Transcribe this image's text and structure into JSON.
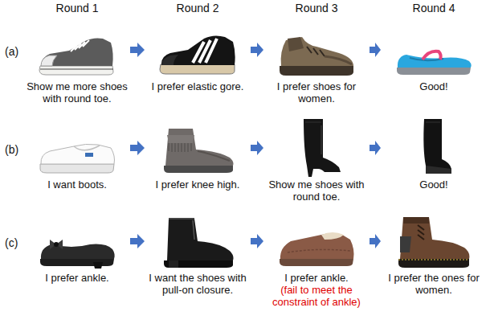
{
  "diagram": {
    "nodes": [
      {
        "text": [
          "Show me more shoes with round toe."
        ]
      },
      {
        "text": [
          "I prefer elastic gore."
        ]
      },
      {
        "text": [
          "I prefer shoes for women."
        ]
      },
      {
        "text": [
          "Good!"
        ]
      },
      {
        "text": [
          "I want boots."
        ]
      },
      {
        "text": [
          "I prefer knee high."
        ]
      },
      {
        "text": [
          "Show me shoes with round toe."
        ]
      },
      {
        "text": [
          "Good!"
        ]
      },
      {
        "text": [
          "I prefer ankle."
        ]
      },
      {
        "text": [
          "I want the shoes with pull-on closure."
        ]
      },
      {
        "text": [
          "I prefer ankle.",
          "(fail to meet the constraint of ankle)"
        ]
      },
      {
        "text": [
          "I prefer the ones for women."
        ]
      }
    ],
    "edges": [
      {
        "from": 0,
        "to": 1,
        "arrow": "to"
      },
      {
        "from": 1,
        "to": 2,
        "arrow": "to"
      },
      {
        "from": 2,
        "to": 3,
        "arrow": "to"
      },
      {
        "from": 4,
        "to": 5,
        "arrow": "to"
      },
      {
        "from": 5,
        "to": 6,
        "arrow": "to"
      },
      {
        "from": 6,
        "to": 7,
        "arrow": "to"
      },
      {
        "from": 8,
        "to": 9,
        "arrow": "to"
      },
      {
        "from": 9,
        "to": 10,
        "arrow": "to"
      },
      {
        "from": 10,
        "to": 11,
        "arrow": "to"
      }
    ],
    "labels": [
      "Round 1",
      "Round 2",
      "Round 3",
      "Round 4",
      "(a)",
      "(b)",
      "(c)"
    ]
  }
}
